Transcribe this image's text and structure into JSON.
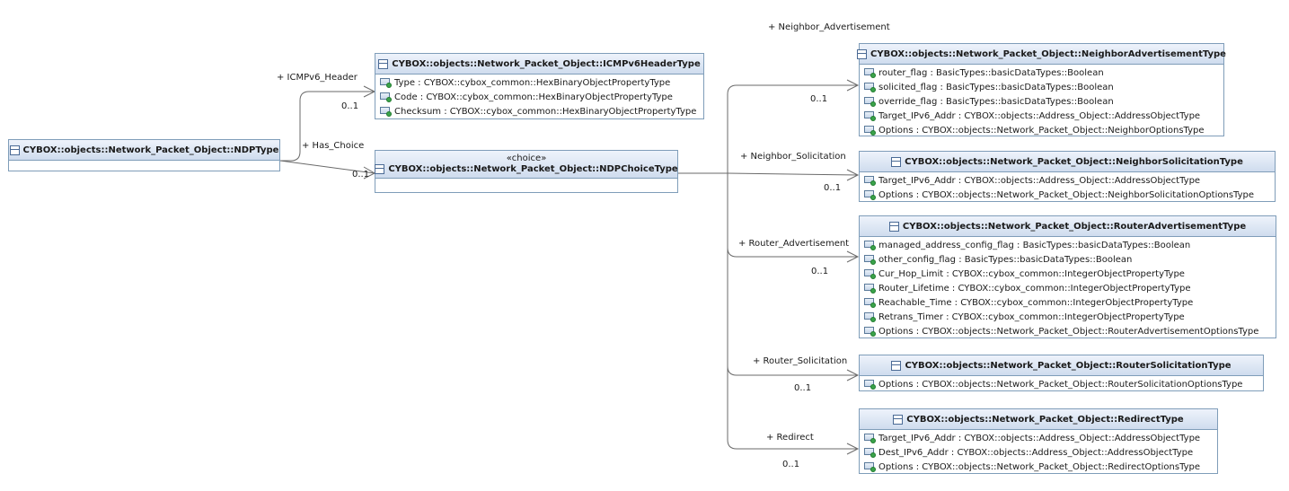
{
  "classes": {
    "ndp": {
      "name": "CYBOX::objects::Network_Packet_Object::NDPType"
    },
    "icmp": {
      "name": "CYBOX::objects::Network_Packet_Object::ICMPv6HeaderType",
      "attributes": [
        "Type : CYBOX::cybox_common::HexBinaryObjectPropertyType",
        "Code : CYBOX::cybox_common::HexBinaryObjectPropertyType",
        "Checksum : CYBOX::cybox_common::HexBinaryObjectPropertyType"
      ]
    },
    "choice": {
      "stereotype": "«choice»",
      "name": "CYBOX::objects::Network_Packet_Object::NDPChoiceType"
    },
    "na": {
      "name": "CYBOX::objects::Network_Packet_Object::NeighborAdvertisementType",
      "attributes": [
        "router_flag : BasicTypes::basicDataTypes::Boolean",
        "solicited_flag : BasicTypes::basicDataTypes::Boolean",
        "override_flag : BasicTypes::basicDataTypes::Boolean",
        "Target_IPv6_Addr : CYBOX::objects::Address_Object::AddressObjectType",
        "Options : CYBOX::objects::Network_Packet_Object::NeighborOptionsType"
      ]
    },
    "ns": {
      "name": "CYBOX::objects::Network_Packet_Object::NeighborSolicitationType",
      "attributes": [
        "Target_IPv6_Addr : CYBOX::objects::Address_Object::AddressObjectType",
        "Options : CYBOX::objects::Network_Packet_Object::NeighborSolicitationOptionsType"
      ]
    },
    "ra": {
      "name": "CYBOX::objects::Network_Packet_Object::RouterAdvertisementType",
      "attributes": [
        "managed_address_config_flag : BasicTypes::basicDataTypes::Boolean",
        "other_config_flag : BasicTypes::basicDataTypes::Boolean",
        "Cur_Hop_Limit : CYBOX::cybox_common::IntegerObjectPropertyType",
        "Router_Lifetime : CYBOX::cybox_common::IntegerObjectPropertyType",
        "Reachable_Time : CYBOX::cybox_common::IntegerObjectPropertyType",
        "Retrans_Timer : CYBOX::cybox_common::IntegerObjectPropertyType",
        "Options : CYBOX::objects::Network_Packet_Object::RouterAdvertisementOptionsType"
      ]
    },
    "rs": {
      "name": "CYBOX::objects::Network_Packet_Object::RouterSolicitationType",
      "attributes": [
        "Options : CYBOX::objects::Network_Packet_Object::RouterSolicitationOptionsType"
      ]
    },
    "rd": {
      "name": "CYBOX::objects::Network_Packet_Object::RedirectType",
      "attributes": [
        "Target_IPv6_Addr : CYBOX::objects::Address_Object::AddressObjectType",
        "Dest_IPv6_Addr : CYBOX::objects::Address_Object::AddressObjectType",
        "Options : CYBOX::objects::Network_Packet_Object::RedirectOptionsType"
      ]
    }
  },
  "associations": {
    "icmpv6_header": {
      "role": "+ ICMPv6_Header",
      "multiplicity": "0..1"
    },
    "has_choice": {
      "role": "+ Has_Choice",
      "multiplicity": "0..1"
    },
    "neighbor_advertisement": {
      "role": "+ Neighbor_Advertisement",
      "multiplicity": "0..1"
    },
    "neighbor_solicitation": {
      "role": "+ Neighbor_Solicitation",
      "multiplicity": "0..1"
    },
    "router_advertisement": {
      "role": "+ Router_Advertisement",
      "multiplicity": "0..1"
    },
    "router_solicitation": {
      "role": "+ Router_Solicitation",
      "multiplicity": "0..1"
    },
    "redirect": {
      "role": "+ Redirect",
      "multiplicity": "0..1"
    }
  },
  "colors": {
    "line": "#5a5a5a",
    "border": "#7f9db9",
    "header_top": "#eef3fb",
    "header_bottom": "#cfdcee"
  }
}
